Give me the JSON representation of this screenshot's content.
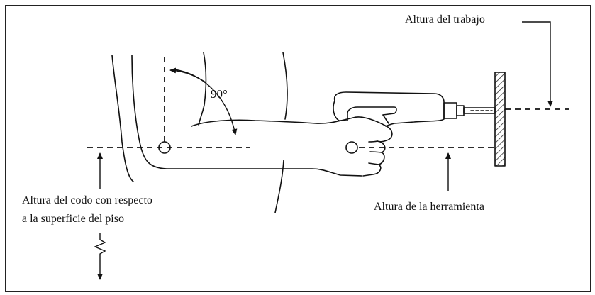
{
  "labels": {
    "angle": "90°",
    "work_height": "Altura del trabajo",
    "elbow_height_line1": "Altura del codo con respecto",
    "elbow_height_line2": "a la superficie del piso",
    "tool_height": "Altura de la herramienta"
  },
  "colors": {
    "line": "#111111",
    "background": "#ffffff"
  }
}
